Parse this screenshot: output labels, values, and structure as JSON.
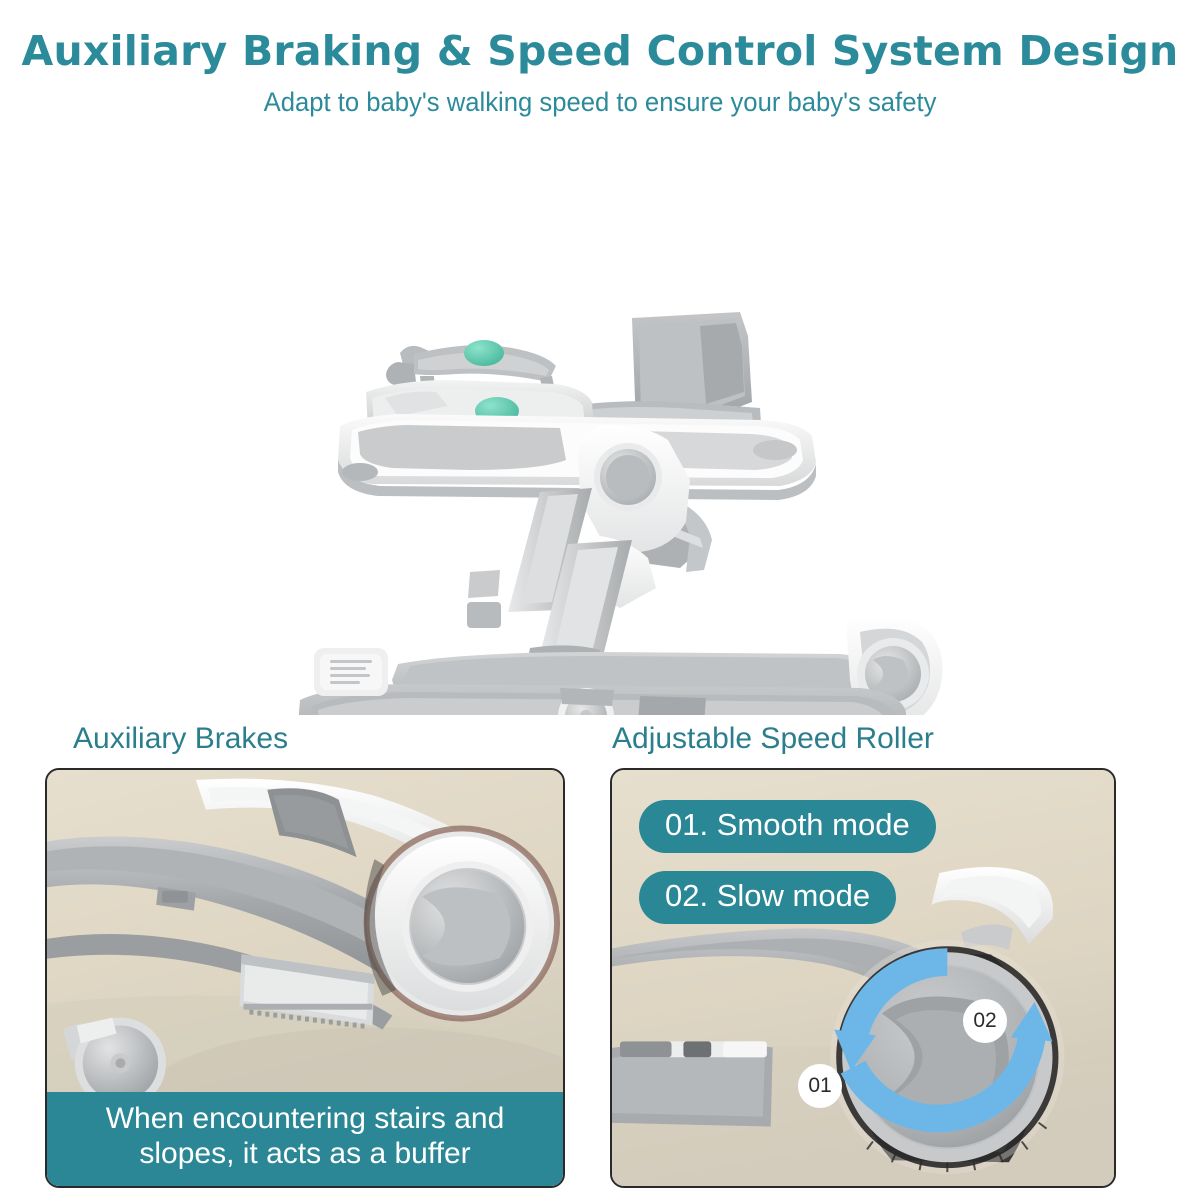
{
  "header": {
    "title": "Auxiliary Braking & Speed Control System Design",
    "subtitle": "Adapt to baby's walking speed to ensure your baby's safety"
  },
  "hero": {
    "alt_name": "baby-walker-side-view",
    "brand_label": ""
  },
  "sections": [
    {
      "id": "auxiliary-brakes",
      "heading": "Auxiliary Brakes",
      "caption": "When encountering stairs and slopes, it acts as a buffer",
      "caption_line1": "When encountering stairs and",
      "caption_line2": "slopes, it acts as a buffer"
    },
    {
      "id": "adjustable-speed-roller",
      "heading": "Adjustable Speed Roller",
      "modes": [
        {
          "number": "01.",
          "label": "Smooth mode",
          "pill_text": "01. Smooth mode"
        },
        {
          "number": "02.",
          "label": "Slow mode",
          "pill_text": "02. Slow mode"
        }
      ],
      "dial_markers": [
        {
          "id": "01",
          "label": "01",
          "position": "lower-left"
        },
        {
          "id": "02",
          "label": "02",
          "position": "upper-right"
        }
      ]
    }
  ],
  "colors": {
    "teal_title": "#2C8B9A",
    "teal_heading": "#2B7F8C",
    "teal_fill": "#2A8795",
    "panel_bg": "#E4DCC9",
    "panel_border": "#2a2a2a",
    "arrow_blue": "#6DB7E8",
    "accent_green": "#5FCBAE",
    "white": "#FFFFFF",
    "page_bg": "#FFFFFF"
  }
}
